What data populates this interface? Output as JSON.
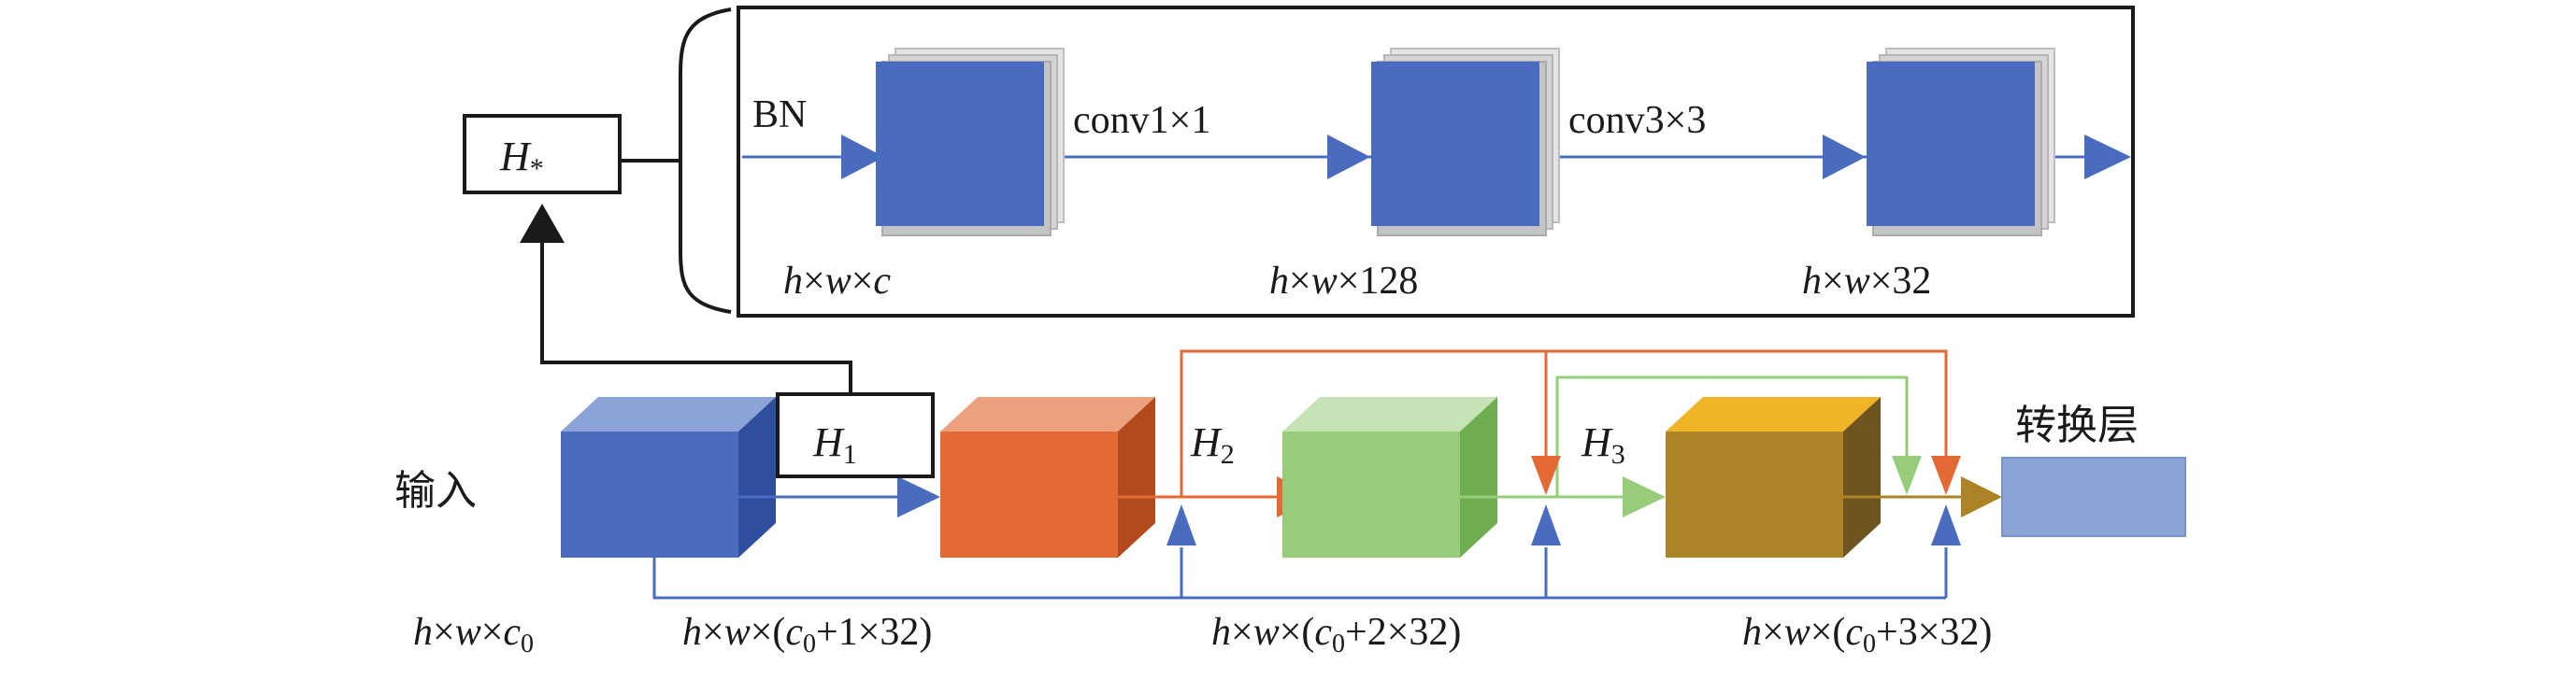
{
  "top_panel": {
    "bn_label": "BN",
    "conv1_label": "conv1×1",
    "conv2_label": "conv3×3",
    "dims": {
      "d1": {
        "v1": "h",
        "v2": "w",
        "v3": "c"
      },
      "d2": {
        "v1": "h",
        "v2": "w",
        "n": "128"
      },
      "d3": {
        "v1": "h",
        "v2": "w",
        "n": "32"
      }
    }
  },
  "h_star": {
    "base": "H",
    "sub": "*"
  },
  "h1": {
    "base": "H",
    "sub": "1"
  },
  "h2": {
    "base": "H",
    "sub": "2"
  },
  "h3": {
    "base": "H",
    "sub": "3"
  },
  "input_label": "输入",
  "transition_label": "转换层",
  "bottom_dims": {
    "d0": {
      "v1": "h",
      "v2": "w",
      "c": "c",
      "sub": "0"
    },
    "d1": {
      "v1": "h",
      "v2": "w",
      "c": "c",
      "sub": "0",
      "tail": "+1×32)"
    },
    "d2": {
      "v1": "h",
      "v2": "w",
      "c": "c",
      "sub": "0",
      "tail": "+2×32)"
    },
    "d3": {
      "v1": "h",
      "v2": "w",
      "c": "c",
      "sub": "0",
      "tail": "+3×32)"
    }
  },
  "colors": {
    "blue": "#4a6cbf",
    "orange": "#e46a35",
    "green": "#97cc7a",
    "gold": "#ad8425",
    "transition": "#8ba3d6"
  }
}
